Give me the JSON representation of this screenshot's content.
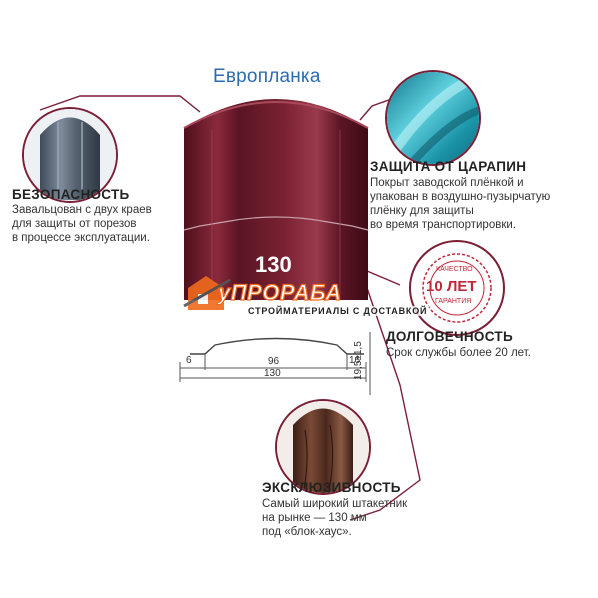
{
  "title": "Европланка",
  "features": {
    "safety": {
      "heading": "БЕЗОПАСНОСТЬ",
      "lines": [
        "Завальцован с двух краев",
        "для защиты от порезов",
        "в процессе эксплуатации."
      ]
    },
    "scratch": {
      "heading": "ЗАЩИТА ОТ ЦАРАПИН",
      "lines": [
        "Покрыт заводской плёнкой и",
        "упакован в воздушно-пузырчатую",
        "плёнку для защиты",
        "во время транспортировки."
      ]
    },
    "durability": {
      "heading": "ДОЛГОВЕЧНОСТЬ",
      "lines": [
        "Срок службы более 20 лет."
      ]
    },
    "exclusive": {
      "heading": "ЭКСКЛЮЗИВНОСТЬ",
      "lines": [
        "Самый широкий штакетник",
        "на рынке — 130 мм",
        "под «блок-хаус»."
      ]
    }
  },
  "profile_width_label": "130",
  "dimensions": {
    "left_edge": "6",
    "center": "96",
    "right_edge": "16",
    "total": "130",
    "height": "19,5±1,5"
  },
  "badge": {
    "top": "КАЧЕСТВО",
    "main": "10 ЛЕТ",
    "bottom": "ГАРАНТИЯ"
  },
  "watermark": {
    "brand": "уПРОРАБА",
    "tagline": "СТРОЙМАТЕРИАЛЫ С ДОСТАВКОЙ"
  },
  "colors": {
    "title": "#2a6bb3",
    "accent": "#7a1f35",
    "plank": "#6e1b2b",
    "badge": "#c0283a",
    "watermark": "#f06a1c"
  }
}
